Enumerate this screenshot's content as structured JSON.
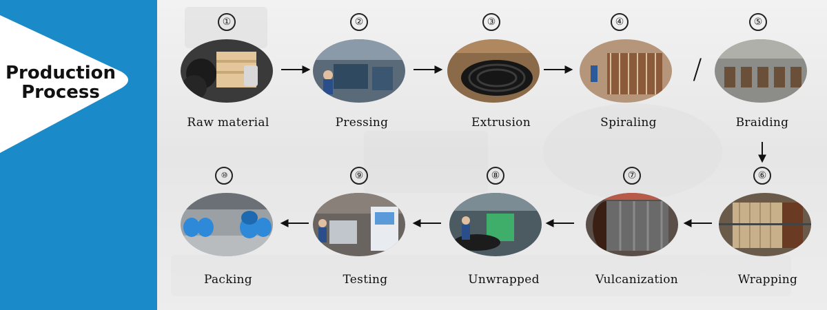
{
  "title": {
    "line1": "Production",
    "line2": "Process"
  },
  "separator": "/",
  "steps": [
    {
      "number": "①",
      "label": "Raw material"
    },
    {
      "number": "②",
      "label": "Pressing"
    },
    {
      "number": "③",
      "label": "Extrusion"
    },
    {
      "number": "④",
      "label": "Spiraling"
    },
    {
      "number": "⑤",
      "label": "Braiding"
    },
    {
      "number": "⑥",
      "label": "Wrapping"
    },
    {
      "number": "⑦",
      "label": "Vulcanization"
    },
    {
      "number": "⑧",
      "label": "Unwrapped"
    },
    {
      "number": "⑨",
      "label": "Testing"
    },
    {
      "number": "⑩",
      "label": "Packing"
    }
  ],
  "colors": {
    "sidebar": "#1a8ac8",
    "text": "#111111"
  }
}
